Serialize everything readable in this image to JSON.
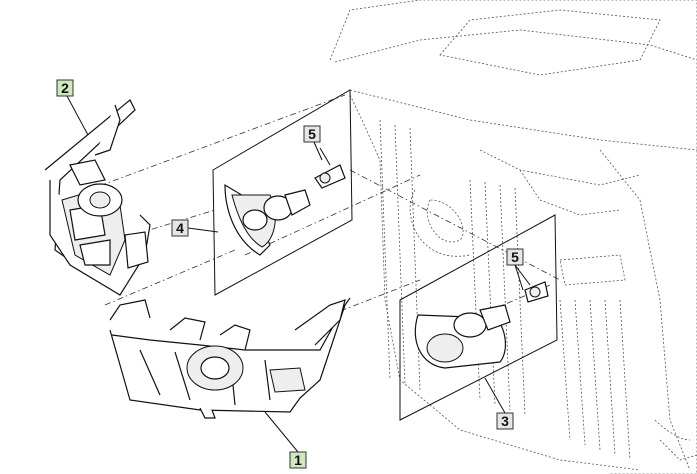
{
  "diagram": {
    "callouts": [
      {
        "id": "1",
        "label": "1",
        "color": "#cfe8c0"
      },
      {
        "id": "2",
        "label": "2",
        "color": "#cfe8c0"
      },
      {
        "id": "3",
        "label": "3",
        "color": "#e6e6e6"
      },
      {
        "id": "4",
        "label": "4",
        "color": "#e6e6e6"
      },
      {
        "id": "5a",
        "label": "5",
        "color": "#e6e6e6"
      },
      {
        "id": "5b",
        "label": "5",
        "color": "#e6e6e6"
      }
    ]
  }
}
